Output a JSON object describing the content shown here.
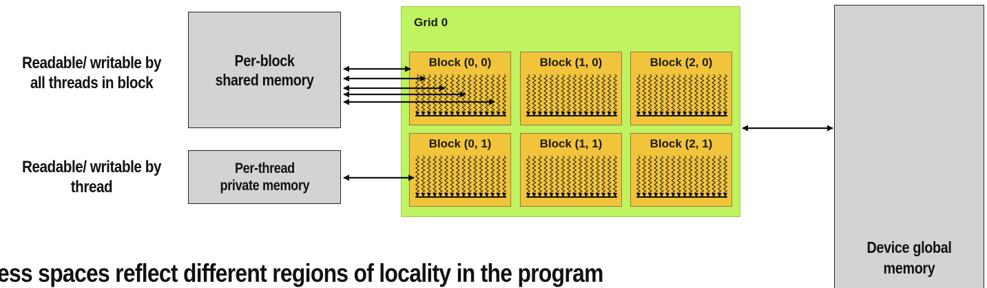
{
  "shared_label": [
    "Readable/ writable by",
    "all threads in block"
  ],
  "private_label": [
    "Readable/ writable by",
    "thread"
  ],
  "shared_box": [
    "Per-block",
    "shared memory"
  ],
  "private_box": [
    "Per-thread",
    "private memory"
  ],
  "grid_title": "Grid 0",
  "blocks": [
    "Block (0, 0)",
    "Block (1, 0)",
    "Block (2, 0)",
    "Block (0, 1)",
    "Block (1, 1)",
    "Block (2, 1)"
  ],
  "global_box": [
    "Device global",
    "memory"
  ],
  "footer": "ess spaces reflect different regions of locality in the program",
  "colors": {
    "grid": "#bff360",
    "block": "#f2c43b",
    "memory_box": "#d3d3d3"
  }
}
